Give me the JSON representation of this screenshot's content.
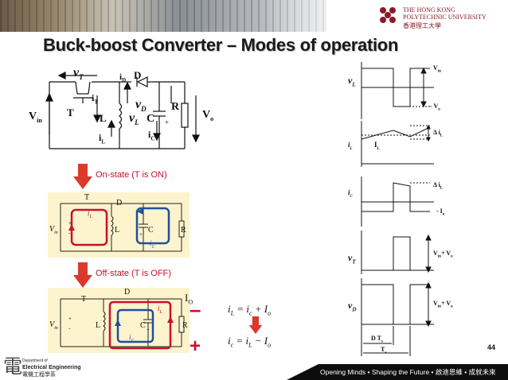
{
  "title": "Buck-boost Converter – Modes of operation",
  "university": {
    "line1": "THE HONG KONG",
    "line2": "POLYTECHNIC UNIVERSITY",
    "line3": "香港理工大學"
  },
  "circuit": {
    "vT": "v",
    "vT_sub": "T",
    "iD": "i",
    "iD_sub": "D",
    "D": "D",
    "iT": "i",
    "iT_sub": "T",
    "vD": "v",
    "vD_sub": "D",
    "Vin": "V",
    "Vin_sub": "in",
    "T": "T",
    "L": "L",
    "vL": "v",
    "vL_sub": "L",
    "C": "C",
    "R": "R",
    "Vo": "V",
    "Vo_sub": "o",
    "iC": "i",
    "iC_sub": "C",
    "iL": "i",
    "iL_sub": "L",
    "plus": "+"
  },
  "on_state": {
    "label": "On-state (T is ON)",
    "T": "T",
    "D": "D",
    "iL": "i",
    "iL_sub": "L",
    "Vin": "V",
    "Vin_sub": "in",
    "L": "L",
    "C": "C",
    "R": "R",
    "iC": "i",
    "iC_sub": "C",
    "plus": "+",
    "minus": "-"
  },
  "off_state": {
    "label": "Off-state (T is OFF)",
    "T": "T",
    "D": "D",
    "Io": "I",
    "Io_sub": "O",
    "iL": "i",
    "iL_sub": "L",
    "Vin": "V",
    "Vin_sub": "in",
    "L": "L",
    "C": "C",
    "R": "R",
    "iC": "i",
    "iC_sub": "C",
    "plus": "+",
    "minus": "-",
    "sign_minus": "–",
    "sign_plus": "+"
  },
  "equations": {
    "eq1": "i",
    "eq1_sub": "L",
    "eq1_rest": " = i",
    "eq1_sub2": "c",
    "eq1_rest2": " + I",
    "eq1_sub3": "o",
    "eq2": "i",
    "eq2_sub": "c",
    "eq2_rest": " = i",
    "eq2_sub2": "L",
    "eq2_rest2": " − I",
    "eq2_sub3": "o"
  },
  "waveforms": {
    "vL": "v",
    "vL_sub": "L",
    "Vin": "V",
    "Vin_sub": "in",
    "minusVo": "- V",
    "minusVo_sub": "o",
    "iL": "i",
    "iL_sub": "L",
    "iL_avg": "I",
    "iL_avg_sub": "L",
    "delta_iL": "Δ i",
    "delta_iL_sub": "L",
    "iC": "i",
    "iC_sub": "C",
    "delta_iL2": "Δ i",
    "delta_iL2_sub": "L",
    "minusIo": "- I",
    "minusIo_sub": "o",
    "vT": "v",
    "vT_sub": "T",
    "VinVo": "V",
    "VinVo_sub": "in",
    "VinVo_rest": "+ V",
    "VinVo_sub2": "o",
    "vD": "v",
    "vD_sub": "D",
    "VinVo2": "V",
    "VinVo2_sub": "in",
    "VinVo2_rest": "+ V",
    "VinVo2_sub2": "o",
    "DTs": "D T",
    "DTs_sub": "s",
    "Ts": "T",
    "Ts_sub": "s"
  },
  "page_number": "44",
  "department": {
    "char": "電",
    "line1": "Department of",
    "line2": "Electrical Engineering",
    "line3": "電機工程學系"
  },
  "footer_slogan": "Opening Minds • Shaping the Future • 啟迪思維 • 成就未來",
  "colors": {
    "red": "#c8102e",
    "blue": "#1f4f9a",
    "panel": "#fdf3cc",
    "maroon": "#8b1b2a"
  }
}
